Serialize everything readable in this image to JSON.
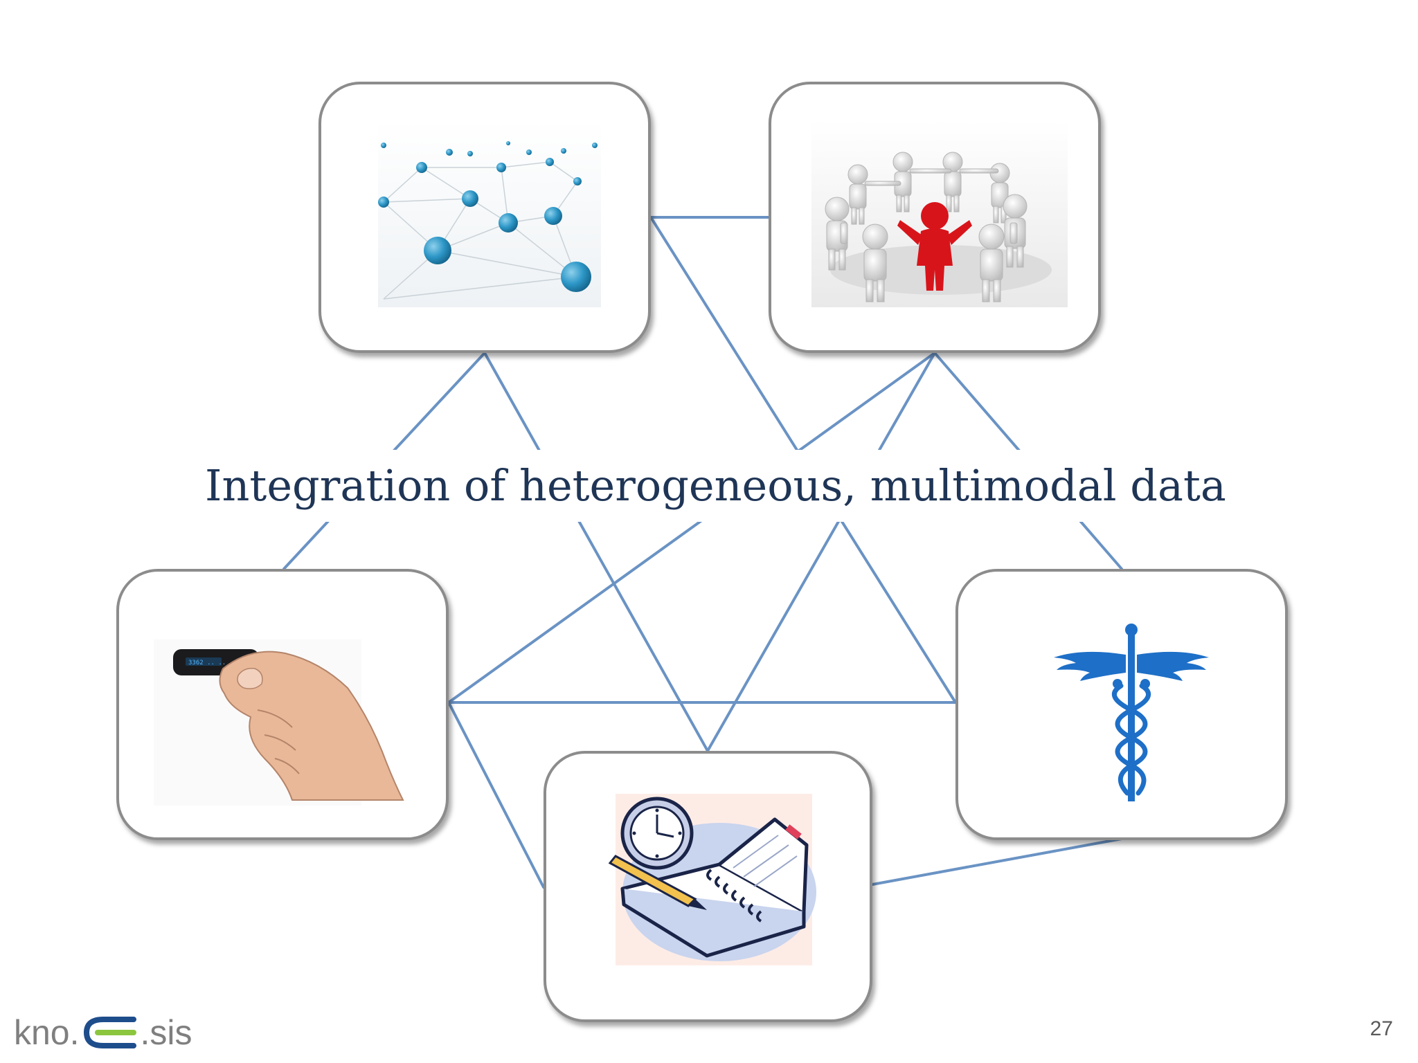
{
  "title": "Integration of heterogeneous, multimodal data",
  "nodes": [
    {
      "id": "network",
      "icon": "network-graph-icon"
    },
    {
      "id": "social",
      "icon": "people-circle-icon"
    },
    {
      "id": "sensor",
      "icon": "wearable-sensor-icon"
    },
    {
      "id": "medical",
      "icon": "caduceus-icon"
    },
    {
      "id": "notes",
      "icon": "notebook-clock-icon"
    }
  ],
  "colors": {
    "link": "#6a93c4",
    "title": "#1f3556",
    "box_border": "#8c8c8c",
    "medical": "#1e6fc7",
    "logo_accent": "#8cc63f"
  },
  "footer": {
    "logo_left": "kno.",
    "logo_right": ".sis",
    "page_number": "27"
  }
}
